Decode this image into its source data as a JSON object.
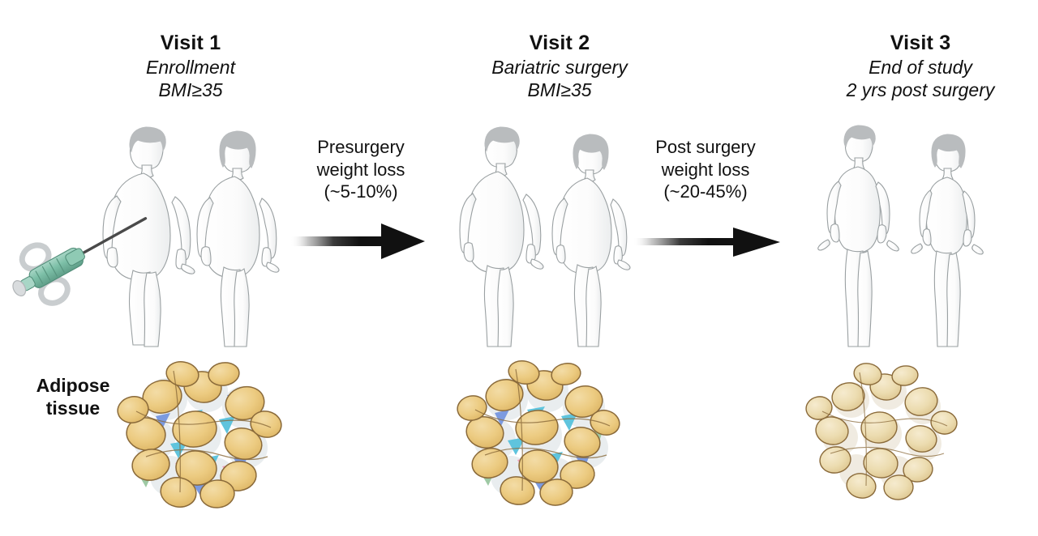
{
  "figure": {
    "background": "#ffffff",
    "caption_label": "Adipose tissue",
    "adipose_label_line1": "Adipose",
    "adipose_label_line2": "tissue"
  },
  "visits": [
    {
      "id": "visit-1",
      "title": "Visit 1",
      "subtitle_line1": "Enrollment",
      "subtitle_line2": "BMI≥35",
      "body_state": "obese",
      "tissue_state": "inflamed-hypertrophic",
      "has_biopsy": true
    },
    {
      "id": "visit-2",
      "title": "Visit 2",
      "subtitle_line1": "Bariatric surgery",
      "subtitle_line2": "BMI≥35",
      "body_state": "obese",
      "tissue_state": "inflamed-hypertrophic",
      "has_biopsy": false
    },
    {
      "id": "visit-3",
      "title": "Visit 3",
      "subtitle_line1": "End of study",
      "subtitle_line2": "2 yrs post surgery",
      "body_state": "lean",
      "tissue_state": "resolved-small-pale",
      "has_biopsy": false
    }
  ],
  "transitions": [
    {
      "id": "presurgery",
      "line1": "Presurgery",
      "line2": "weight loss",
      "line3": "(~5-10%)",
      "percent_low": 5,
      "percent_high": 10
    },
    {
      "id": "postsurgery",
      "line1": "Post surgery",
      "line2": "weight loss",
      "line3": "(~20-45%)",
      "percent_low": 20,
      "percent_high": 45
    }
  ],
  "icons": {
    "biopsy_gun": "biopsy-needle-icon",
    "arrow": "right-arrow-icon"
  },
  "colors": {
    "text": "#111111",
    "arrow": "#111111",
    "body_fill": "#fafafa",
    "body_outline": "#9aa0a2",
    "hair": "#b9bcbe",
    "adipocyte_fill": "#eccb81",
    "adipocyte_pale": "#ead9b2",
    "adipocyte_outline": "#8a6a3a",
    "immune_cyan": "#5fc4dd",
    "immune_blue": "#7b9ae0",
    "immune_pink": "#efa2bd",
    "immune_green": "#9ec9a4",
    "syringe_body": "#7cbfa7",
    "syringe_loop": "#d4d7d9",
    "needle": "#4a4a4a"
  }
}
